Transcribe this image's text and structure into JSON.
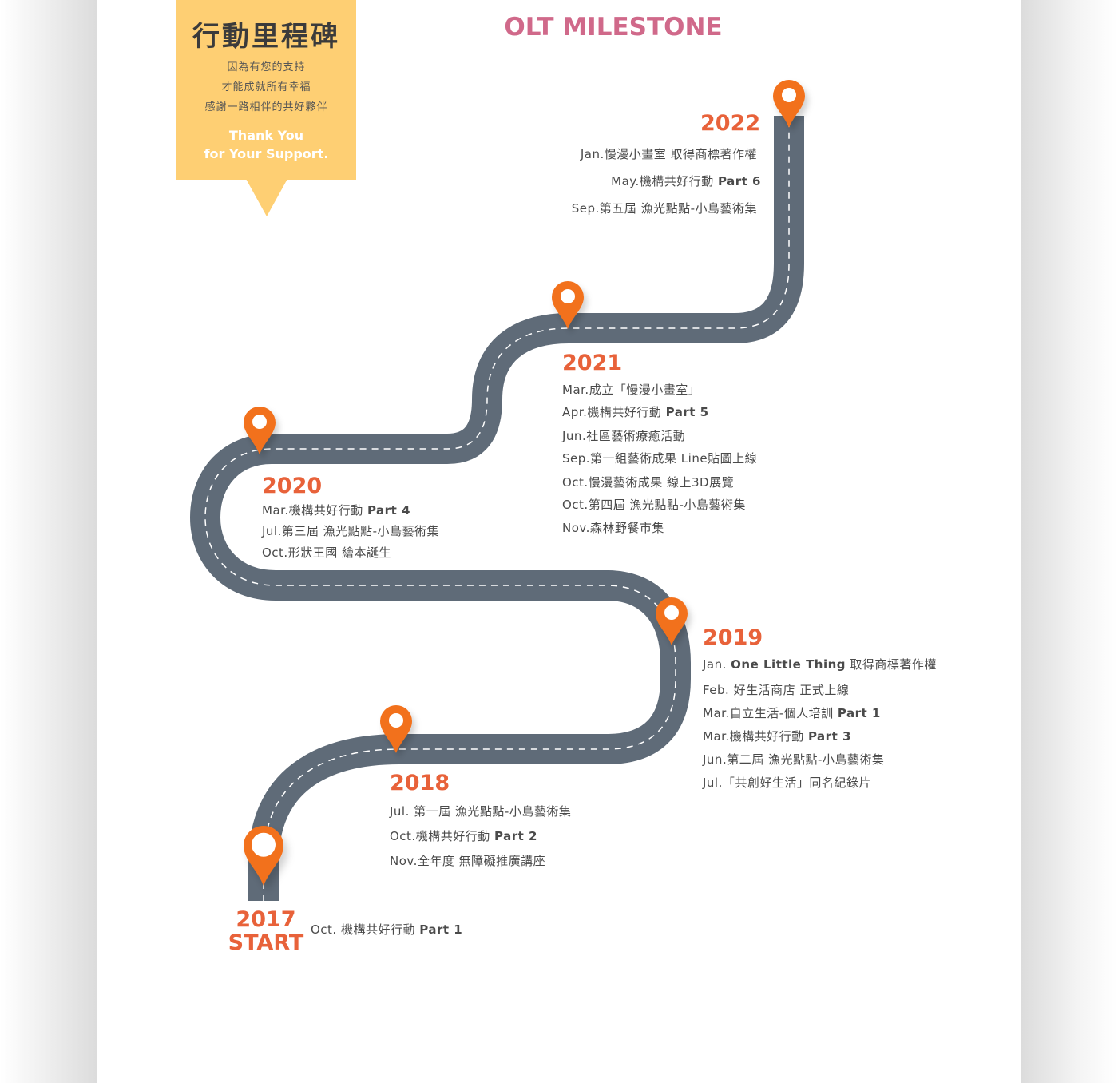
{
  "header": {
    "title": "行動里程碑",
    "lines": [
      "因為有您的支持",
      "才能成就所有幸福",
      "感謝一路相伴的共好夥伴"
    ],
    "thanks": [
      "Thank You",
      "for Your Support."
    ],
    "card_color": "#fecf73"
  },
  "main_title": "OLT MILESTONE",
  "colors": {
    "road": "#5f6b78",
    "pin": "#f2711c",
    "year": "#e8623a",
    "title": "#d0698a"
  },
  "milestones": [
    {
      "year": "2022",
      "events": [
        {
          "text": "Jan.慢漫小畫室 取得商標著作權",
          "bold": ""
        },
        {
          "text": "May.機構共好行動 ",
          "bold": "Part 6"
        },
        {
          "text": "Sep.第五屆 漁光點點-小島藝術集",
          "bold": ""
        }
      ]
    },
    {
      "year": "2021",
      "events": [
        {
          "text": "Mar.成立「慢漫小畫室」",
          "bold": ""
        },
        {
          "text": "Apr.機構共好行動 ",
          "bold": "Part 5"
        },
        {
          "text": "Jun.社區藝術療癒活動",
          "bold": ""
        },
        {
          "text": "Sep.第一組藝術成果 Line貼圖上線",
          "bold": ""
        },
        {
          "text": "Oct.慢漫藝術成果 線上3D展覽",
          "bold": ""
        },
        {
          "text": "Oct.第四屆 漁光點點-小島藝術集",
          "bold": ""
        },
        {
          "text": "Nov.森林野餐市集",
          "bold": ""
        }
      ]
    },
    {
      "year": "2020",
      "events": [
        {
          "text": "Mar.機構共好行動 ",
          "bold": "Part 4"
        },
        {
          "text": "Jul.第三屆 漁光點點-小島藝術集",
          "bold": ""
        },
        {
          "text": "Oct.形狀王國 繪本誕生",
          "bold": ""
        }
      ]
    },
    {
      "year": "2019",
      "events": [
        {
          "text": "Jan. ",
          "bold": "One Little Thing",
          "tail": " 取得商標著作權"
        },
        {
          "text": "Feb. 好生活商店 正式上線",
          "bold": ""
        },
        {
          "text": "Mar.自立生活-個人培訓 ",
          "bold": "Part 1"
        },
        {
          "text": "Mar.機構共好行動 ",
          "bold": "Part 3"
        },
        {
          "text": "Jun.第二屆 漁光點點-小島藝術集",
          "bold": ""
        },
        {
          "text": "Jul.「共創好生活」同名紀錄片",
          "bold": ""
        }
      ]
    },
    {
      "year": "2018",
      "events": [
        {
          "text": "Jul. 第一屆 漁光點點-小島藝術集",
          "bold": ""
        },
        {
          "text": "Oct.機構共好行動 ",
          "bold": "Part 2"
        },
        {
          "text": "Nov.全年度 無障礙推廣講座",
          "bold": ""
        }
      ]
    },
    {
      "year": "2017",
      "start_label": "START",
      "events": [
        {
          "text": "Oct. 機構共好行動 ",
          "bold": "Part 1"
        }
      ]
    }
  ]
}
